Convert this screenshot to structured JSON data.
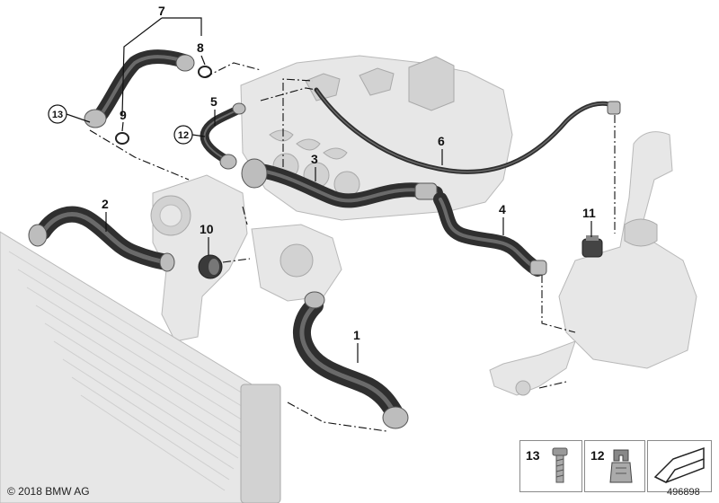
{
  "callouts": [
    {
      "id": "c1",
      "text": "1"
    },
    {
      "id": "c2",
      "text": "2"
    },
    {
      "id": "c3",
      "text": "3"
    },
    {
      "id": "c4",
      "text": "4"
    },
    {
      "id": "c5",
      "text": "5"
    },
    {
      "id": "c6",
      "text": "6"
    },
    {
      "id": "c7",
      "text": "7"
    },
    {
      "id": "c8",
      "text": "8"
    },
    {
      "id": "c9",
      "text": "9"
    },
    {
      "id": "c10",
      "text": "10"
    },
    {
      "id": "c11",
      "text": "11"
    },
    {
      "id": "c12",
      "text": "12"
    },
    {
      "id": "c13",
      "text": "13"
    }
  ],
  "legend": {
    "item_13": "13",
    "item_12": "12"
  },
  "footer": {
    "copyright": "© 2018 BMW AG",
    "doc_number": "496898"
  }
}
